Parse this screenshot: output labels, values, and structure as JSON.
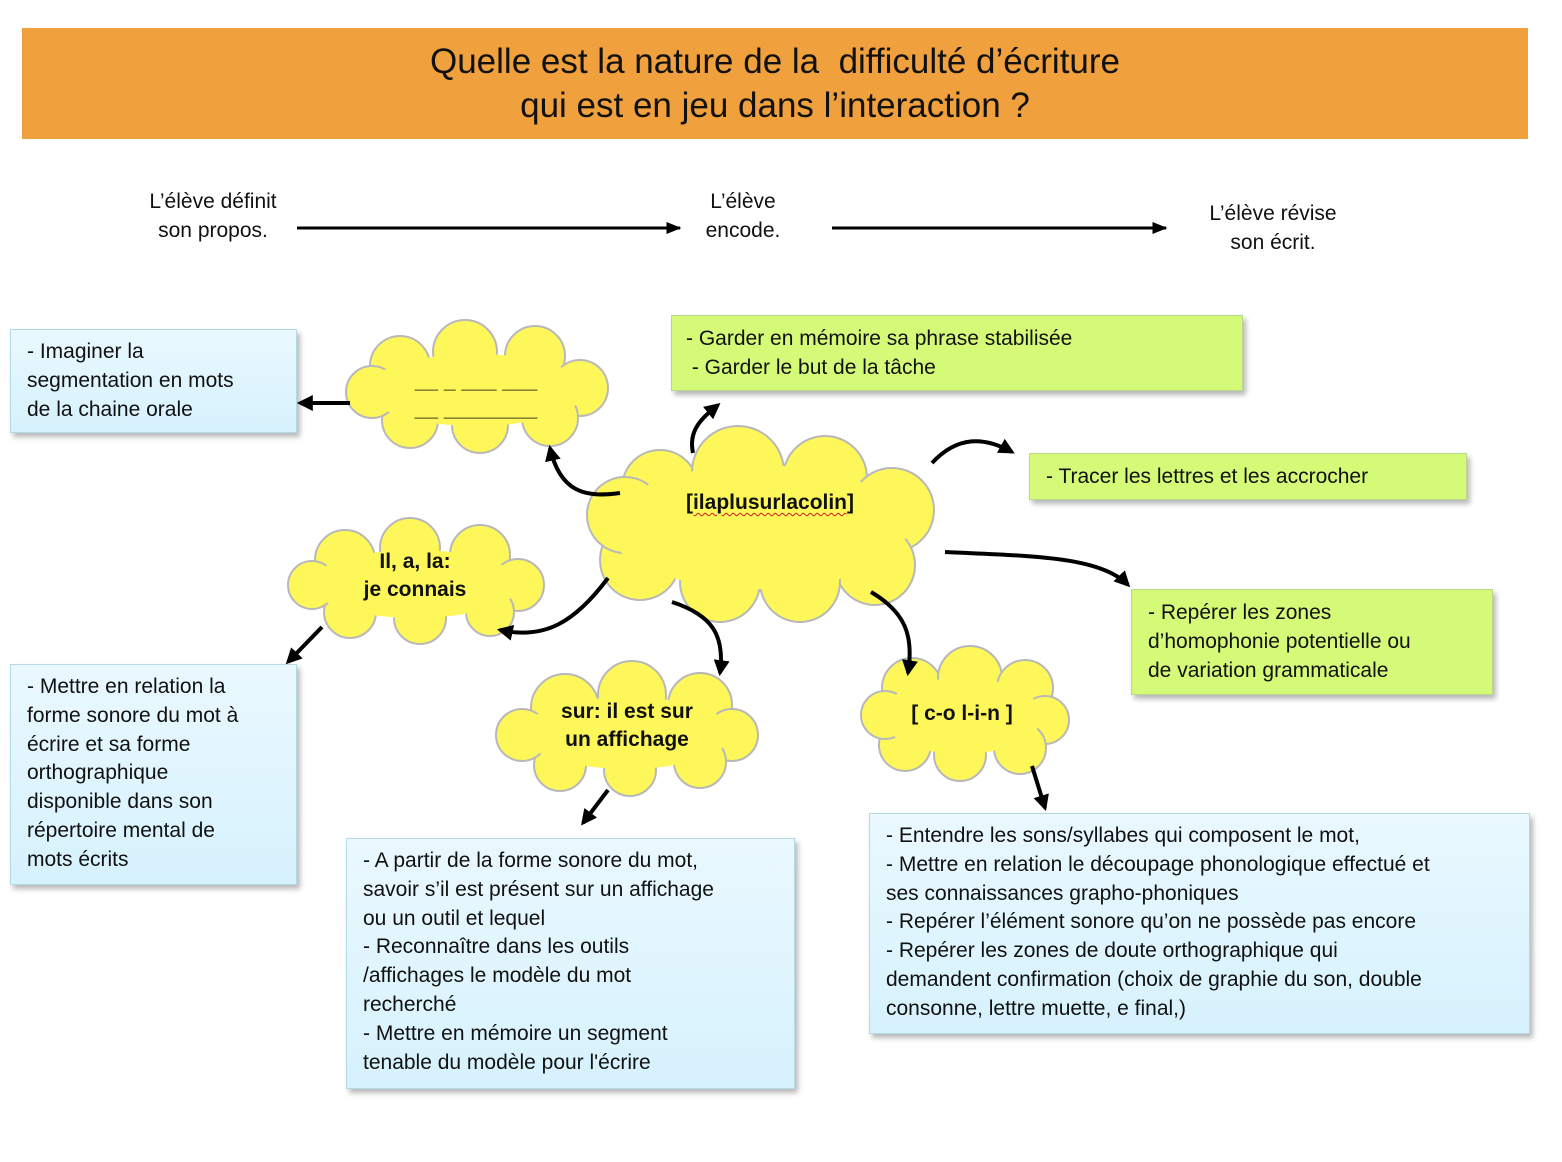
{
  "title": {
    "line1": "Quelle est la nature de la  difficulté d’écriture",
    "line2": "qui est en jeu dans l’interaction ?"
  },
  "steps": [
    {
      "line1": "L’élève définit",
      "line2": "son propos."
    },
    {
      "line1": "L’élève",
      "line2": "encode."
    },
    {
      "line1": "L’élève révise",
      "line2": "son écrit."
    }
  ],
  "clouds": {
    "center": {
      "text": "[ilaplusurlacolin]"
    },
    "segmentation": {
      "line1": "__ _ ___ ___",
      "line2": "__ ________"
    },
    "known": {
      "line1": "Il, a, la:",
      "line2": "je connais"
    },
    "display": {
      "line1": "sur: il est sur",
      "line2": "un affichage"
    },
    "phonemes": {
      "text": "[ c-o  l-i-n ]"
    }
  },
  "boxes": {
    "memory": {
      "lines": [
        "- Garder en mémoire sa phrase stabilisée",
        " - Garder le but de la tâche"
      ]
    },
    "trace": {
      "lines": [
        "- Tracer les lettres et les accrocher"
      ]
    },
    "homophony": {
      "lines": [
        "- Repérer les zones",
        "d’homophonie potentielle ou",
        "de variation grammaticale"
      ]
    },
    "segmentation": {
      "lines": [
        "- Imaginer la",
        "segmentation en mots",
        "de la chaine orale"
      ]
    },
    "relation": {
      "lines": [
        "- Mettre en relation la",
        "forme sonore du mot à",
        "écrire et sa forme",
        "orthographique",
        "disponible dans son",
        "répertoire mental de",
        "mots écrits"
      ]
    },
    "display": {
      "lines": [
        "- A partir de la forme sonore du mot,",
        "savoir s’il est présent sur un affichage",
        "ou un outil et lequel",
        "- Reconnaître dans les outils",
        "/affichages le modèle du mot",
        "recherché",
        "- Mettre en mémoire un segment",
        "tenable du modèle pour l'écrire"
      ]
    },
    "sounds": {
      "lines": [
        "- Entendre les sons/syllabes qui composent le mot,",
        "- Mettre en relation le découpage phonologique effectué et",
        "ses connaissances grapho-phoniques",
        "- Repérer l’élément sonore qu’on ne possède pas encore",
        "- Repérer les zones de doute orthographique qui",
        "demandent confirmation (choix de graphie du son, double",
        "consonne, lettre muette, e final,)"
      ]
    }
  },
  "colors": {
    "banner": "#f0a03c",
    "cloud_fill": "#fdf75a",
    "cloud_stroke": "#b8b8b8",
    "green_box": "#d5fa78",
    "blue_box": "#e2f6fe",
    "arrow": "#000000"
  }
}
